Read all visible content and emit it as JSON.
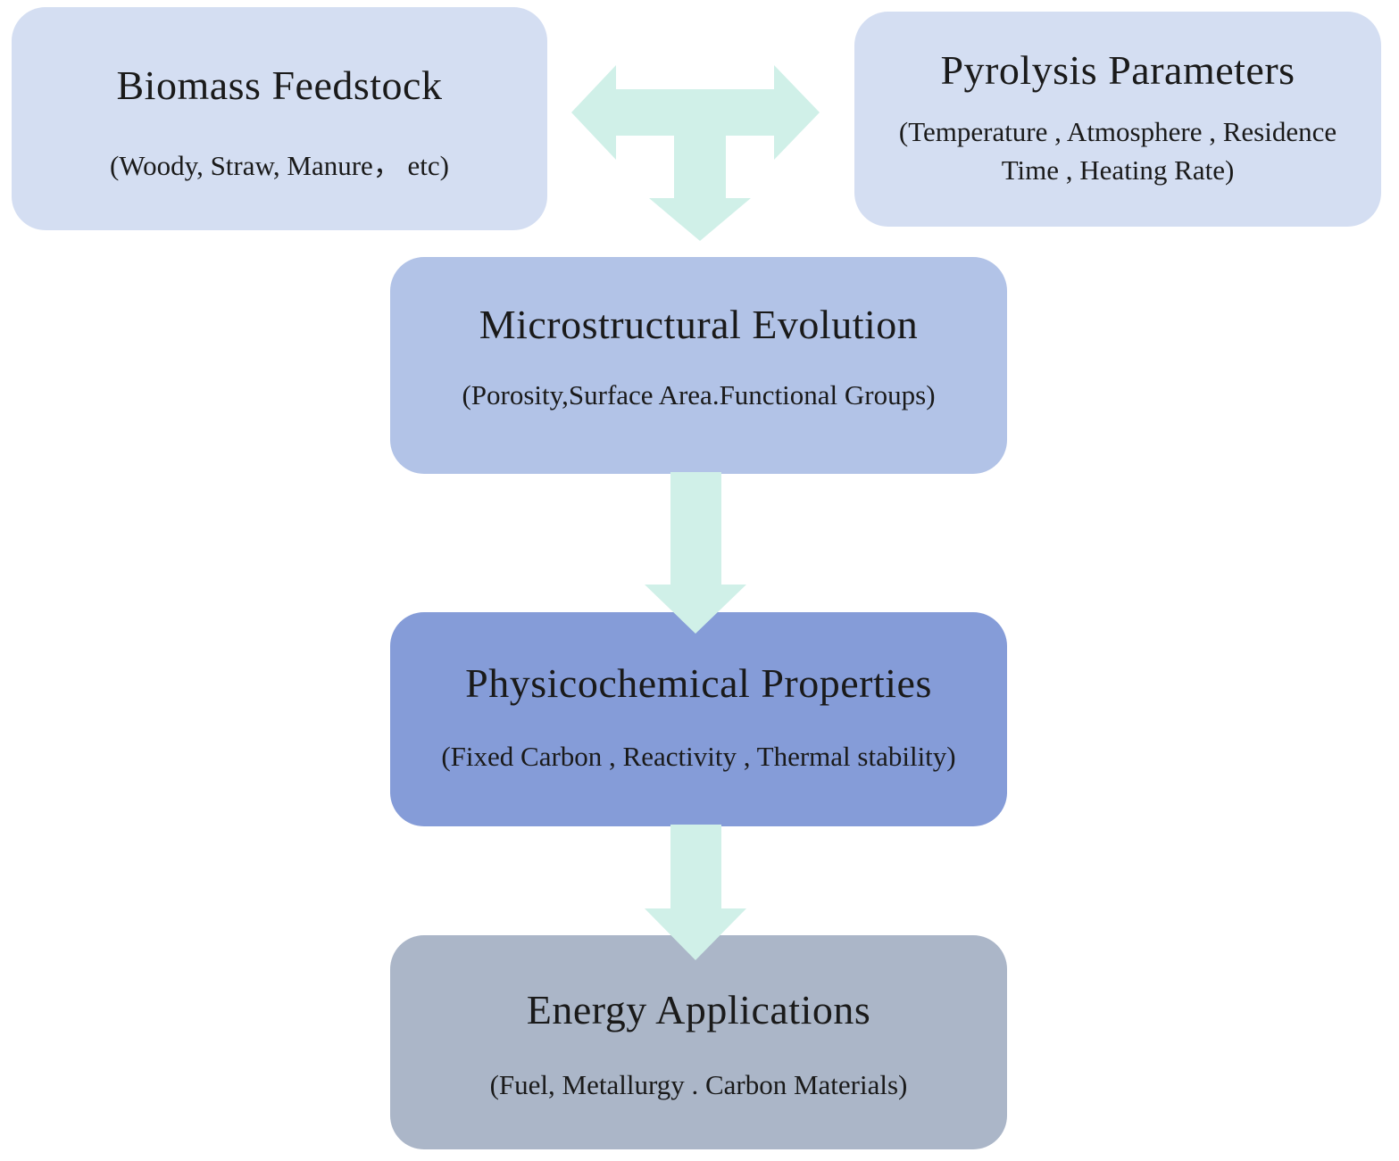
{
  "figure": {
    "background_color": "#ffffff",
    "text_color": "#1a1a1a",
    "arrow_color": "#d0f0e8",
    "nodes": [
      {
        "id": "biomass-feedstock",
        "title": "Biomass Feedstock",
        "subtitle": "(Woody, Straw, Manure， etc)",
        "bg": "#d4def2"
      },
      {
        "id": "pyrolysis-parameters",
        "title": "Pyrolysis Parameters",
        "subtitle": "(Temperature , Atmosphere , Residence Time , Heating Rate)",
        "bg": "#d4def2"
      },
      {
        "id": "microstructural-evolution",
        "title": "Microstructural Evolution",
        "subtitle": "(Porosity,Surface Area.Functional Groups)",
        "bg": "#b2c3e7"
      },
      {
        "id": "physicochemical-properties",
        "title": "Physicochemical Properties",
        "subtitle": "(Fixed Carbon ,  Reactivity , Thermal stability)",
        "bg": "#859cd8"
      },
      {
        "id": "energy-applications",
        "title": "Energy Applications",
        "subtitle": "(Fuel, Metallurgy . Carbon Materials)",
        "bg": "#abb6c8"
      }
    ],
    "connections": [
      {
        "type": "three-way-junction",
        "between": "biomass-feedstock and pyrolysis-parameters",
        "to": "microstructural-evolution"
      },
      {
        "type": "down-arrow",
        "from": "microstructural-evolution",
        "to": "physicochemical-properties"
      },
      {
        "type": "down-arrow",
        "from": "physicochemical-properties",
        "to": "energy-applications"
      }
    ]
  }
}
